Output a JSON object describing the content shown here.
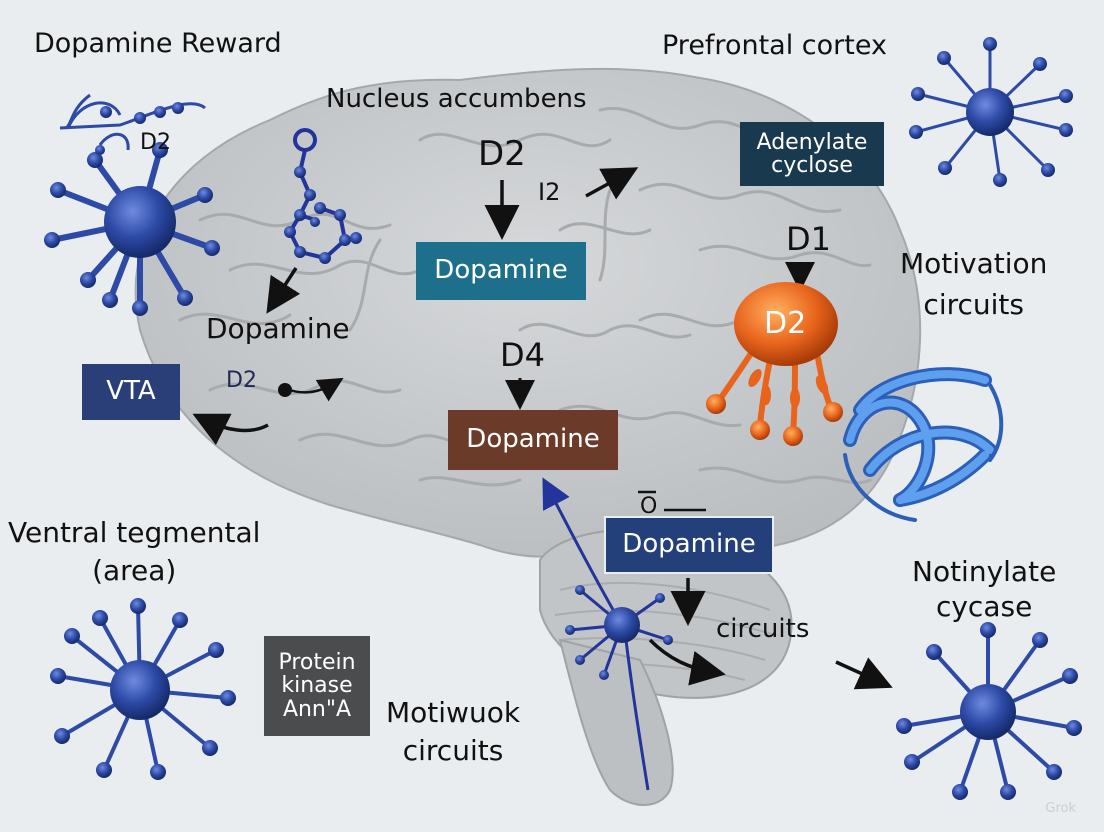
{
  "title": "Dopamine Reward",
  "labels": {
    "prefrontal_cortex": "Prefrontal cortex",
    "nucleus_accumbens": "Nucleus accumbens",
    "dopamine_upper_left": "Dopamine",
    "motivation_line1": "Motivation",
    "motivation_line2": "circuits",
    "ventral_line1": "Ventral tegmental",
    "ventral_line2": "(area)",
    "notinylate_line1": "Notinylate",
    "notinylate_line2": "cycase",
    "motiwuok_line1": "Motiwuok",
    "motiwuok_line2": "circuits",
    "circuits_lower": "circuits"
  },
  "receptors": {
    "d2_top_left": "D2",
    "d2_nucleus": "D2",
    "i2_nucleus": "I2",
    "d1_right": "D1",
    "d2_orange": "D2",
    "d4_center": "D4",
    "d2_vta": "D2",
    "o_mark": "O"
  },
  "boxes": {
    "adenylate_line1": "Adenylate",
    "adenylate_line2": "cyclose",
    "dopamine_teal": "Dopamine",
    "dopamine_brown": "Dopamine",
    "dopamine_navy": "Dopamine",
    "vta": "VTA",
    "protein_line1": "Protein",
    "protein_line2": "kinase",
    "protein_line3": "Ann\"A"
  },
  "watermark": "Grok",
  "colors": {
    "background": "#e9edef",
    "brain": "#c9ccce",
    "neuron_blue": "#2d4aa6",
    "receptor_orange": "#e8641c",
    "protein_blue": "#3f7fd6"
  }
}
